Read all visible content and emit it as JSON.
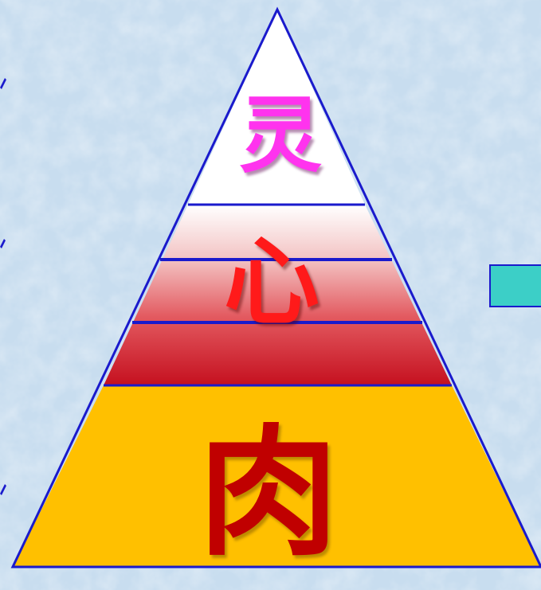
{
  "diagram": {
    "layers": {
      "spirit": "灵",
      "soul": "心",
      "body": "肉"
    },
    "colors": {
      "background": "#c8ddef",
      "outline": "#1a1acc",
      "spirit_fill": "#ffffff",
      "soul_fill": "#d01b2a",
      "body_fill": "#ffc000",
      "accent_box": "#3ccfc7",
      "spirit_text": "#ff33ee",
      "soul_text": "#ff1a1a",
      "body_text": "#c00000"
    }
  }
}
